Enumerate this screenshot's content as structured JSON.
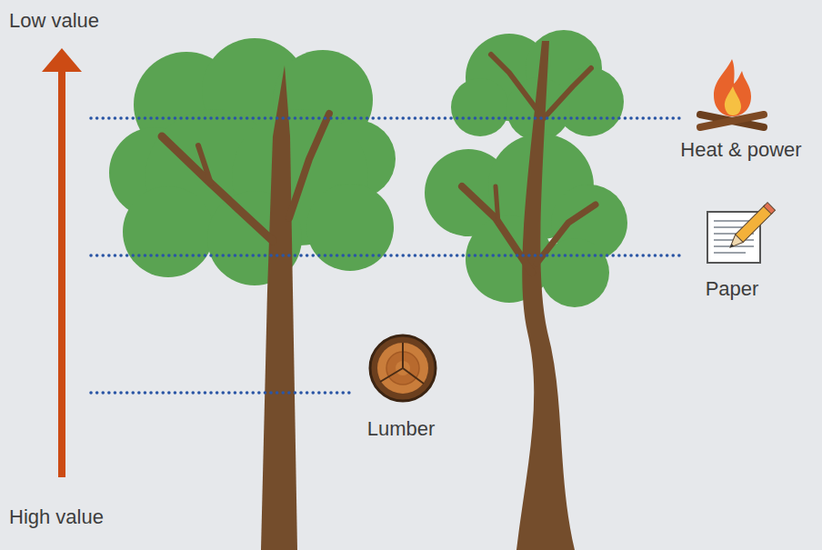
{
  "diagram": {
    "labels": [
      "Low value",
      "Heat & power",
      "Paper",
      "Lumber",
      "High value"
    ]
  }
}
